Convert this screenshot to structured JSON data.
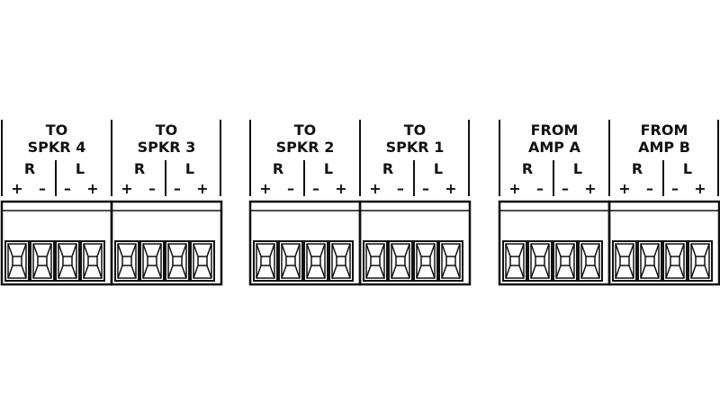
{
  "groups": [
    {
      "blocks": [
        {
          "line1": "TO",
          "line2": "SPKR 4",
          "left_channel": "R",
          "right_channel": "L",
          "polarity": [
            "+",
            "–",
            "–",
            "+"
          ]
        },
        {
          "line1": "TO",
          "line2": "SPKR 3",
          "left_channel": "R",
          "right_channel": "L",
          "polarity": [
            "+",
            "–",
            "–",
            "+"
          ]
        }
      ]
    },
    {
      "blocks": [
        {
          "line1": "TO",
          "line2": "SPKR 2",
          "left_channel": "R",
          "right_channel": "L",
          "polarity": [
            "+",
            "–",
            "–",
            "+"
          ]
        },
        {
          "line1": "TO",
          "line2": "SPKR 1",
          "left_channel": "R",
          "right_channel": "L",
          "polarity": [
            "+",
            "–",
            "–",
            "+"
          ]
        }
      ]
    },
    {
      "blocks": [
        {
          "line1": "FROM",
          "line2": "AMP A",
          "left_channel": "R",
          "right_channel": "L",
          "polarity": [
            "+",
            "–",
            "–",
            "+"
          ]
        },
        {
          "line1": "FROM",
          "line2": "AMP B",
          "left_channel": "R",
          "right_channel": "L",
          "polarity": [
            "+",
            "–",
            "–",
            "+"
          ]
        }
      ]
    }
  ],
  "colors": {
    "stroke": "#111111",
    "background": "#ffffff"
  }
}
